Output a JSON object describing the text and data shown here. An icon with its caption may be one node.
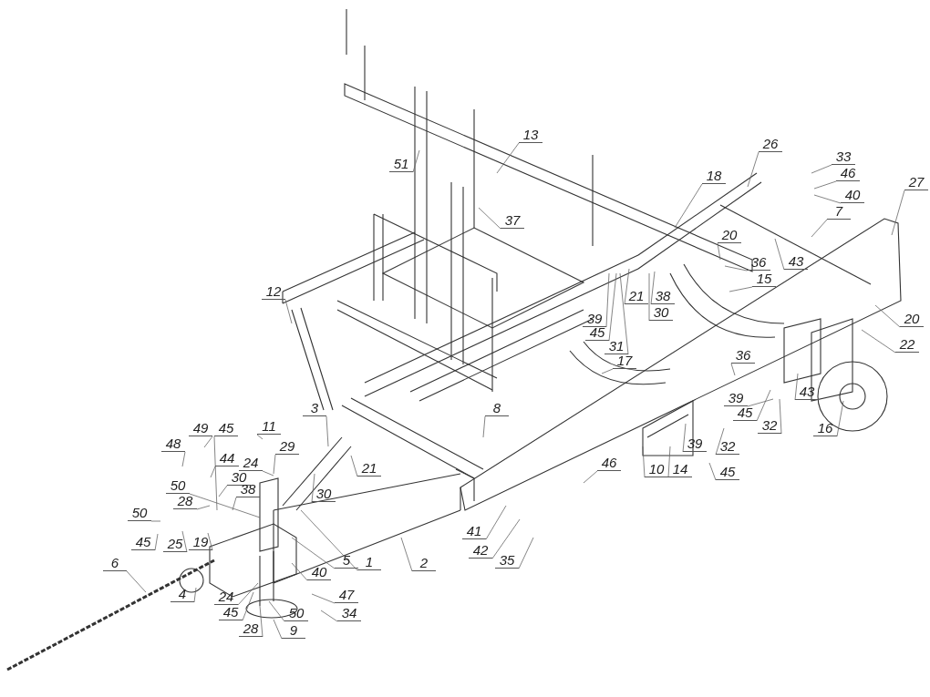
{
  "diagram": {
    "nodes": [
      {
        "text": [
          "13"
        ]
      },
      {
        "text": [
          "26"
        ]
      },
      {
        "text": [
          "33"
        ]
      },
      {
        "text": [
          "51"
        ]
      },
      {
        "text": [
          "46"
        ]
      },
      {
        "text": [
          "18"
        ]
      },
      {
        "text": [
          "27"
        ]
      },
      {
        "text": [
          "40"
        ]
      },
      {
        "text": [
          "7"
        ]
      },
      {
        "text": [
          "37"
        ]
      },
      {
        "text": [
          "20"
        ]
      },
      {
        "text": [
          "36"
        ]
      },
      {
        "text": [
          "43"
        ]
      },
      {
        "text": [
          "15"
        ]
      },
      {
        "text": [
          "12"
        ]
      },
      {
        "text": [
          "21"
        ]
      },
      {
        "text": [
          "38"
        ]
      },
      {
        "text": [
          "30"
        ]
      },
      {
        "text": [
          "39"
        ]
      },
      {
        "text": [
          "20"
        ]
      },
      {
        "text": [
          "45"
        ]
      },
      {
        "text": [
          "31"
        ]
      },
      {
        "text": [
          "22"
        ]
      },
      {
        "text": [
          "17"
        ]
      },
      {
        "text": [
          "36"
        ]
      },
      {
        "text": [
          "3"
        ]
      },
      {
        "text": [
          "8"
        ]
      },
      {
        "text": [
          "43"
        ]
      },
      {
        "text": [
          "39"
        ]
      },
      {
        "text": [
          "45"
        ]
      },
      {
        "text": [
          "32"
        ]
      },
      {
        "text": [
          "16"
        ]
      },
      {
        "text": [
          "11"
        ]
      },
      {
        "text": [
          "49"
        ]
      },
      {
        "text": [
          "45"
        ]
      },
      {
        "text": [
          "39"
        ]
      },
      {
        "text": [
          "32"
        ]
      },
      {
        "text": [
          "48"
        ]
      },
      {
        "text": [
          "29"
        ]
      },
      {
        "text": [
          "44"
        ]
      },
      {
        "text": [
          "46"
        ]
      },
      {
        "text": [
          "24"
        ]
      },
      {
        "text": [
          "21"
        ]
      },
      {
        "text": [
          "10"
        ]
      },
      {
        "text": [
          "14"
        ]
      },
      {
        "text": [
          "45"
        ]
      },
      {
        "text": [
          "30"
        ]
      },
      {
        "text": [
          "50"
        ]
      },
      {
        "text": [
          "38"
        ]
      },
      {
        "text": [
          "28"
        ]
      },
      {
        "text": [
          "30"
        ]
      },
      {
        "text": [
          "50"
        ]
      },
      {
        "text": [
          "41"
        ]
      },
      {
        "text": [
          "45"
        ]
      },
      {
        "text": [
          "25"
        ]
      },
      {
        "text": [
          "19"
        ]
      },
      {
        "text": [
          "42"
        ]
      },
      {
        "text": [
          "5"
        ]
      },
      {
        "text": [
          "1"
        ]
      },
      {
        "text": [
          "2"
        ]
      },
      {
        "text": [
          "35"
        ]
      },
      {
        "text": [
          "6"
        ]
      },
      {
        "text": [
          "40"
        ]
      },
      {
        "text": [
          "4"
        ]
      },
      {
        "text": [
          "47"
        ]
      },
      {
        "text": [
          "24"
        ]
      },
      {
        "text": [
          "45"
        ]
      },
      {
        "text": [
          "50"
        ]
      },
      {
        "text": [
          "34"
        ]
      },
      {
        "text": [
          "28"
        ]
      },
      {
        "text": [
          "9"
        ]
      }
    ],
    "edges": [
      {
        "from": 0,
        "to": null,
        "arrow": "none"
      },
      {
        "from": 1,
        "to": null,
        "arrow": "none"
      },
      {
        "from": 2,
        "to": null,
        "arrow": "none"
      },
      {
        "from": 3,
        "to": null,
        "arrow": "none"
      },
      {
        "from": 4,
        "to": null,
        "arrow": "none"
      },
      {
        "from": 5,
        "to": null,
        "arrow": "none"
      },
      {
        "from": 6,
        "to": null,
        "arrow": "none"
      },
      {
        "from": 7,
        "to": null,
        "arrow": "none"
      },
      {
        "from": 8,
        "to": null,
        "arrow": "none"
      },
      {
        "from": 9,
        "to": null,
        "arrow": "none"
      },
      {
        "from": 10,
        "to": null,
        "arrow": "none"
      },
      {
        "from": 11,
        "to": null,
        "arrow": "none"
      },
      {
        "from": 12,
        "to": null,
        "arrow": "none"
      },
      {
        "from": 13,
        "to": null,
        "arrow": "none"
      },
      {
        "from": 14,
        "to": null,
        "arrow": "none"
      },
      {
        "from": 15,
        "to": null,
        "arrow": "none"
      },
      {
        "from": 16,
        "to": null,
        "arrow": "none"
      },
      {
        "from": 17,
        "to": null,
        "arrow": "none"
      },
      {
        "from": 18,
        "to": null,
        "arrow": "none"
      },
      {
        "from": 19,
        "to": null,
        "arrow": "none"
      },
      {
        "from": 20,
        "to": null,
        "arrow": "none"
      },
      {
        "from": 21,
        "to": null,
        "arrow": "none"
      },
      {
        "from": 22,
        "to": null,
        "arrow": "none"
      },
      {
        "from": 23,
        "to": null,
        "arrow": "none"
      },
      {
        "from": 24,
        "to": null,
        "arrow": "none"
      },
      {
        "from": 25,
        "to": null,
        "arrow": "none"
      },
      {
        "from": 26,
        "to": null,
        "arrow": "none"
      },
      {
        "from": 27,
        "to": null,
        "arrow": "none"
      },
      {
        "from": 28,
        "to": null,
        "arrow": "none"
      },
      {
        "from": 29,
        "to": null,
        "arrow": "none"
      },
      {
        "from": 30,
        "to": null,
        "arrow": "none"
      },
      {
        "from": 31,
        "to": null,
        "arrow": "none"
      },
      {
        "from": 32,
        "to": null,
        "arrow": "none"
      },
      {
        "from": 33,
        "to": null,
        "arrow": "none"
      },
      {
        "from": 34,
        "to": null,
        "arrow": "none"
      },
      {
        "from": 35,
        "to": null,
        "arrow": "none"
      },
      {
        "from": 36,
        "to": null,
        "arrow": "none"
      },
      {
        "from": 37,
        "to": null,
        "arrow": "none"
      },
      {
        "from": 38,
        "to": null,
        "arrow": "none"
      },
      {
        "from": 39,
        "to": null,
        "arrow": "none"
      },
      {
        "from": 40,
        "to": null,
        "arrow": "none"
      },
      {
        "from": 41,
        "to": null,
        "arrow": "none"
      },
      {
        "from": 42,
        "to": null,
        "arrow": "none"
      },
      {
        "from": 43,
        "to": null,
        "arrow": "none"
      },
      {
        "from": 44,
        "to": null,
        "arrow": "none"
      },
      {
        "from": 45,
        "to": null,
        "arrow": "none"
      },
      {
        "from": 46,
        "to": null,
        "arrow": "none"
      },
      {
        "from": 47,
        "to": null,
        "arrow": "none"
      },
      {
        "from": 48,
        "to": null,
        "arrow": "none"
      },
      {
        "from": 49,
        "to": null,
        "arrow": "none"
      },
      {
        "from": 50,
        "to": null,
        "arrow": "none"
      },
      {
        "from": 51,
        "to": null,
        "arrow": "none"
      },
      {
        "from": 52,
        "to": null,
        "arrow": "none"
      },
      {
        "from": 53,
        "to": null,
        "arrow": "none"
      },
      {
        "from": 54,
        "to": null,
        "arrow": "none"
      },
      {
        "from": 55,
        "to": null,
        "arrow": "none"
      },
      {
        "from": 56,
        "to": null,
        "arrow": "none"
      },
      {
        "from": 57,
        "to": null,
        "arrow": "none"
      },
      {
        "from": 58,
        "to": null,
        "arrow": "none"
      },
      {
        "from": 59,
        "to": null,
        "arrow": "none"
      },
      {
        "from": 60,
        "to": null,
        "arrow": "none"
      },
      {
        "from": 61,
        "to": null,
        "arrow": "none"
      },
      {
        "from": 62,
        "to": null,
        "arrow": "none"
      },
      {
        "from": 63,
        "to": null,
        "arrow": "none"
      },
      {
        "from": 64,
        "to": null,
        "arrow": "none"
      },
      {
        "from": 65,
        "to": null,
        "arrow": "none"
      },
      {
        "from": 66,
        "to": null,
        "arrow": "none"
      },
      {
        "from": 67,
        "to": null,
        "arrow": "none"
      },
      {
        "from": 68,
        "to": null,
        "arrow": "none"
      },
      {
        "from": 69,
        "to": null,
        "arrow": "none"
      },
      {
        "from": 70,
        "to": null,
        "arrow": "none"
      }
    ]
  }
}
